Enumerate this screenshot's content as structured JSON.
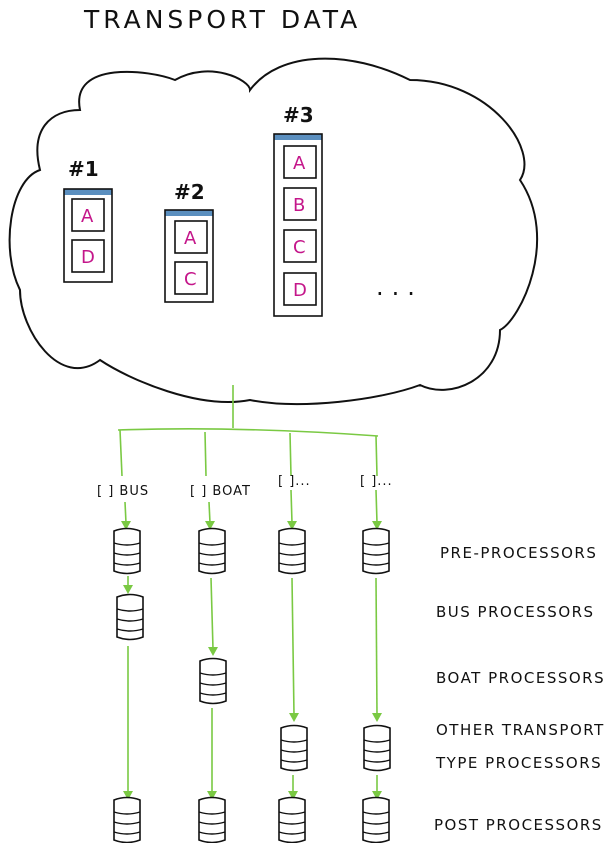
{
  "title": "TRANSPORT DATA",
  "records": [
    {
      "label": "#1",
      "slots": [
        "A",
        "D"
      ]
    },
    {
      "label": "#2",
      "slots": [
        "A",
        "C"
      ]
    },
    {
      "label": "#3",
      "slots": [
        "A",
        "B",
        "C",
        "D"
      ]
    }
  ],
  "more_records": "...",
  "filters": [
    "[ ] BUS",
    "[ ] BOAT",
    "[ ]...",
    "[ ]..."
  ],
  "stages": {
    "pre": "PRE-PROCESSORS",
    "bus": "BUS PROCESSORS",
    "boat": "BOAT PROCESSORS",
    "other_line1": "OTHER TRANSPORT",
    "other_line2": "TYPE PROCESSORS",
    "post": "POST PROCESSORS"
  },
  "colors": {
    "arrow": "#7ac943",
    "slot_text": "#c4168a",
    "record_header": "#5b8fbf",
    "ink": "#111111"
  }
}
